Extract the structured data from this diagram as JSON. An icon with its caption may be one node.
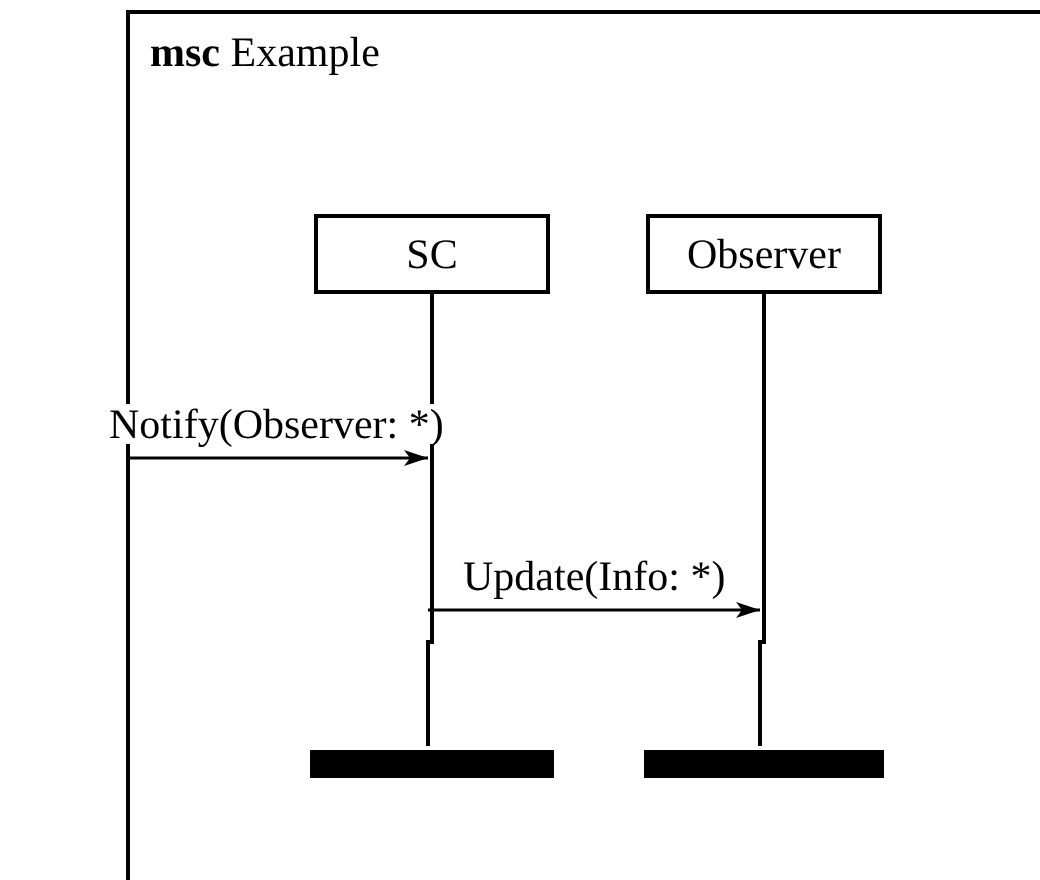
{
  "diagram": {
    "nodes": [
      {
        "text": [
          "**msc** Example"
        ]
      },
      {
        "text": [
          "SC"
        ],
        "in": 0
      },
      {
        "text": [
          "Observer"
        ],
        "in": 0
      },
      {
        "text": [],
        "shape": "bar",
        "in": 0
      },
      {
        "text": [],
        "shape": "bar",
        "in": 0
      }
    ],
    "edges": [
      {
        "from": null,
        "to": 1,
        "arrow": "to",
        "label": "Notify(Observer: *)"
      },
      {
        "from": 1,
        "to": 2,
        "arrow": "to",
        "label": "Update(Info: *)"
      },
      {
        "from": 1,
        "to": 3,
        "arrow": "none"
      },
      {
        "from": 2,
        "to": 4,
        "arrow": "none"
      }
    ]
  }
}
